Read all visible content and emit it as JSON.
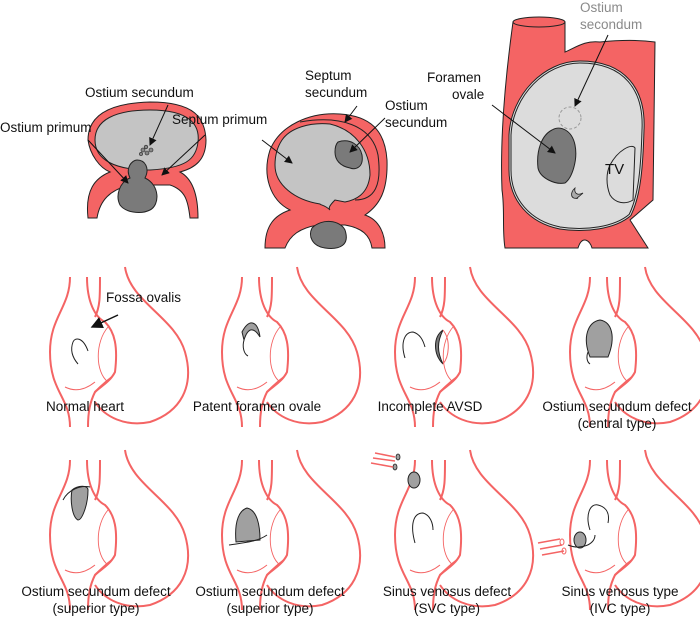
{
  "colors": {
    "wall": "#f46464",
    "septum_fill": "#c4c4c4",
    "defect_fill": "#7a7a7a",
    "light_defect": "#a0a0a0",
    "atrium_fill": "#dcdcdc",
    "outline": "#222222"
  },
  "top": {
    "panel1": {
      "ostium_secundum": "Ostium secundum",
      "ostium_primum": "Ostium primum",
      "septum_primum": "Septum primum"
    },
    "panel2": {
      "septum_secundum_1": "Septum",
      "septum_secundum_2": "secundum",
      "ostium_secundum_1": "Ostium",
      "ostium_secundum_2": "secundum"
    },
    "panel3": {
      "foramen_1": "Foramen",
      "foramen_2": "ovale",
      "ostium_1": "Ostium",
      "ostium_2": "secondum",
      "tv": "TV"
    }
  },
  "fossa_label": "Fossa ovalis",
  "hearts": [
    {
      "line1": "Normal heart",
      "line2": ""
    },
    {
      "line1": "Patent foramen ovale",
      "line2": ""
    },
    {
      "line1": "Incomplete AVSD",
      "line2": ""
    },
    {
      "line1": "Ostium secundum defect",
      "line2": "(central type)"
    },
    {
      "line1": "Ostium secundum defect",
      "line2": "(superior type)"
    },
    {
      "line1": "Ostium secundum defect",
      "line2": "(superior type)"
    },
    {
      "line1": "Sinus venosus defect",
      "line2": "(SVC type)"
    },
    {
      "line1": "Sinus venosus type",
      "line2": "(IVC type)"
    }
  ]
}
